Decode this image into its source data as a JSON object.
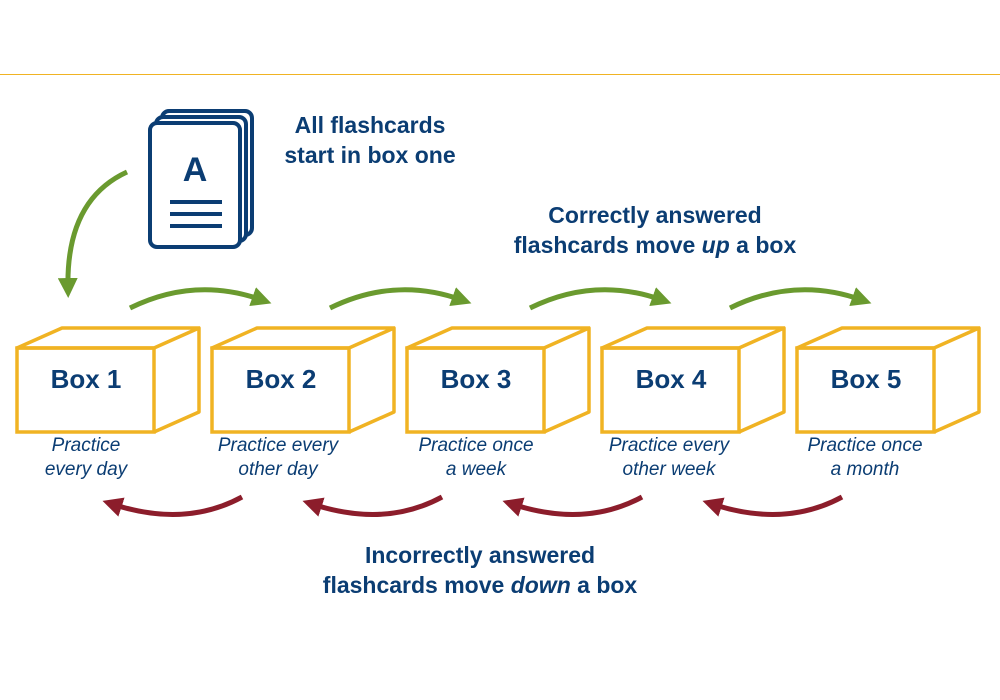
{
  "start_caption": {
    "line1": "All flashcards",
    "line2": "start in box one"
  },
  "up_caption": {
    "line1": "Correctly answered",
    "line2_before": "flashcards move ",
    "line2_emph": "up",
    "line2_after": " a box"
  },
  "down_caption": {
    "line1": "Incorrectly answered",
    "line2_before": "flashcards move ",
    "line2_emph": "down",
    "line2_after": " a box"
  },
  "card_letter": "A",
  "boxes": [
    {
      "label": "Box 1",
      "desc_line1": "Practice",
      "desc_line2": "every day"
    },
    {
      "label": "Box 2",
      "desc_line1": "Practice every",
      "desc_line2": "other day"
    },
    {
      "label": "Box 3",
      "desc_line1": "Practice once",
      "desc_line2": "a week"
    },
    {
      "label": "Box 4",
      "desc_line1": "Practice every",
      "desc_line2": "other week"
    },
    {
      "label": "Box 5",
      "desc_line1": "Practice once",
      "desc_line2": "a month"
    }
  ],
  "colors": {
    "navy": "#0b3d73",
    "gold": "#f0b323",
    "green": "#6a9a2f",
    "red": "#8c1d2b"
  },
  "icons": {
    "deck": "flashcard-stack-icon",
    "up": "curved-arrow-right-icon",
    "down": "curved-arrow-left-icon"
  }
}
